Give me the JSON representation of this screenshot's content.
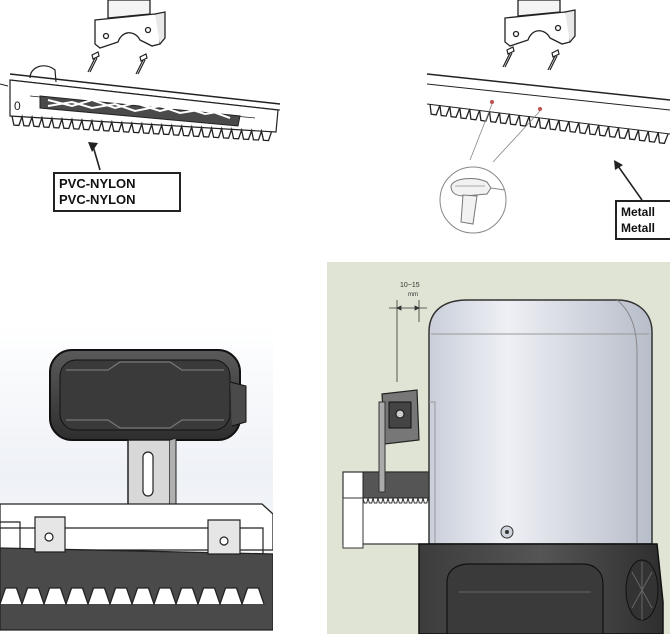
{
  "panels": {
    "pvc": {
      "label_line1": "PVC-NYLON",
      "label_line2": "PVC-NYLON"
    },
    "metal": {
      "label_line1": "Metall",
      "label_line2": "Metall"
    },
    "motor": {
      "dimension_top": "10~15",
      "dimension_unit": "mm"
    }
  },
  "colors": {
    "line": "#222222",
    "rack_dark": "#4a4a4a",
    "bracket_dark": "#3a3a3a",
    "cad_background": "#dfe4d4",
    "motor_cover": "#dde1ea"
  }
}
